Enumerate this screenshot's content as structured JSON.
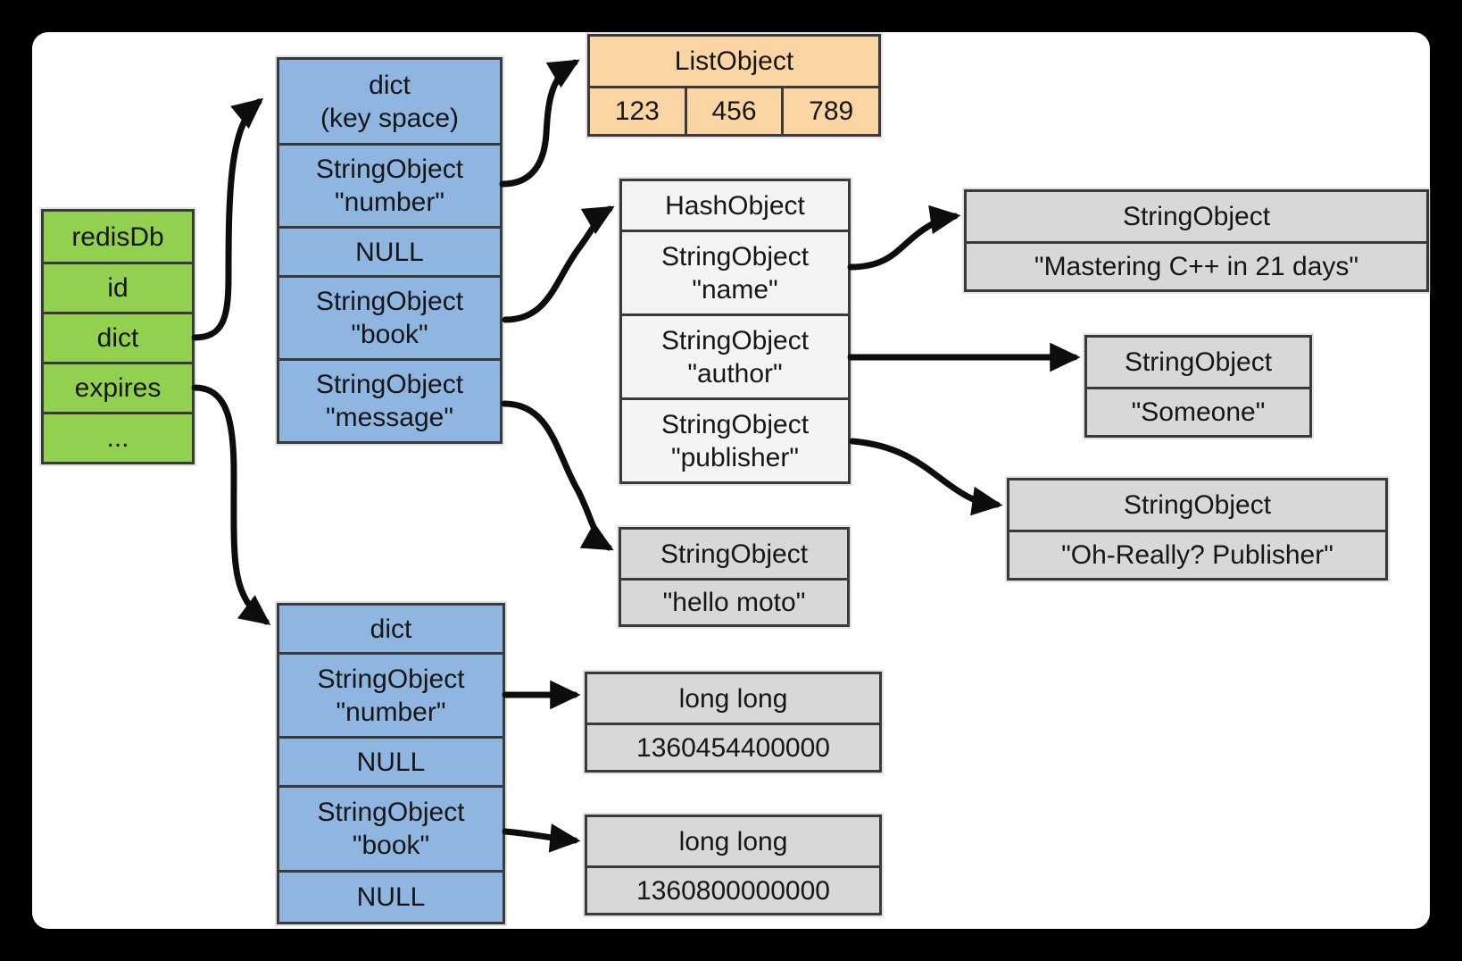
{
  "colors": {
    "frame": "#000000",
    "canvas": "#ffffff",
    "green": "#92d050",
    "blue": "#8fb5e1",
    "tan": "#fbd6a4",
    "hash_light": "#f4f4f2",
    "gray": "#d8d8d8",
    "border": "#3a3a3a",
    "arrow": "#0d0d0d"
  },
  "redis_db": {
    "rows": [
      "redisDb",
      "id",
      "dict",
      "expires",
      "..."
    ]
  },
  "keyspace_dict": {
    "header_line1": "dict",
    "header_line2": "(key space)",
    "rows": [
      {
        "line1": "StringObject",
        "line2": "\"number\""
      },
      {
        "line1": "NULL",
        "line2": ""
      },
      {
        "line1": "StringObject",
        "line2": "\"book\""
      },
      {
        "line1": "StringObject",
        "line2": "\"message\""
      }
    ]
  },
  "list_object": {
    "title": "ListObject",
    "cells": [
      "123",
      "456",
      "789"
    ]
  },
  "hash_object": {
    "title": "HashObject",
    "rows": [
      {
        "line1": "StringObject",
        "line2": "\"name\""
      },
      {
        "line1": "StringObject",
        "line2": "\"author\""
      },
      {
        "line1": "StringObject",
        "line2": "\"publisher\""
      }
    ]
  },
  "string_mastering": {
    "title": "StringObject",
    "value": "\"Mastering C++ in 21 days\""
  },
  "string_someone": {
    "title": "StringObject",
    "value": "\"Someone\""
  },
  "string_publisher": {
    "title": "StringObject",
    "value": "\"Oh-Really? Publisher\""
  },
  "string_hello": {
    "title": "StringObject",
    "value": "\"hello moto\""
  },
  "expires_dict": {
    "header": "dict",
    "rows": [
      {
        "line1": "StringObject",
        "line2": "\"number\""
      },
      {
        "line1": "NULL",
        "line2": ""
      },
      {
        "line1": "StringObject",
        "line2": "\"book\""
      },
      {
        "line1": "NULL",
        "line2": ""
      }
    ]
  },
  "long_long_number": {
    "title": "long long",
    "value": "1360454400000"
  },
  "long_long_book": {
    "title": "long long",
    "value": "1360800000000"
  }
}
